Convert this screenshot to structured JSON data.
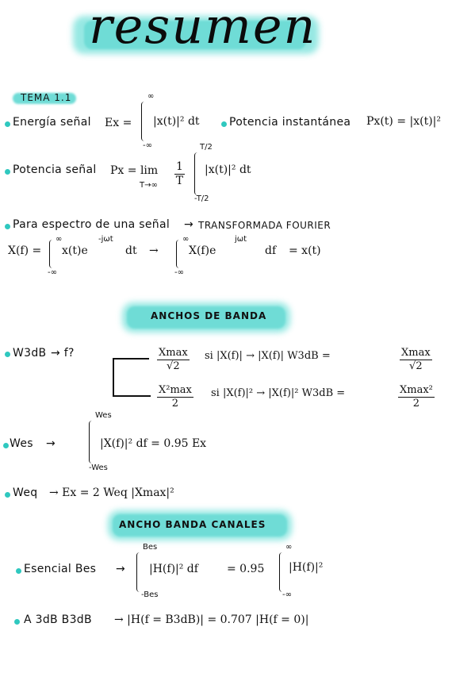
{
  "title": "resumen",
  "tema": "TEMA 1.1",
  "energia": {
    "label": "Energía señal",
    "lhs": "Ex =",
    "integrand": "|x(t)|² dt",
    "upper": "∞",
    "lower": "-∞"
  },
  "pot_inst": {
    "label": "Potencia instantánea",
    "formula": "Px(t) = |x(t)|²"
  },
  "pot_senal": {
    "label": "Potencia señal",
    "lhs": "Px = lim",
    "lim_sub": "T→∞",
    "frac_n": "1",
    "frac_d": "T",
    "integrand": "|x(t)|² dt",
    "upper": "T/2",
    "lower": "-T/2"
  },
  "espectro": {
    "label": "Para espectro de una señal",
    "arrow": "→",
    "tf": "TRANSFORMADA FOURIER"
  },
  "fourier": {
    "lhs": "X(f) =",
    "int1": "x(t)e",
    "exp1": "-jωt",
    "dt": "dt",
    "arrow": "→",
    "int2": "X(f)e",
    "exp2": "jωt",
    "df": "df",
    "rhs": "= x(t)",
    "upper": "∞",
    "lower": "-∞"
  },
  "sec_anchos": "ANCHOS DE BANDA",
  "w3db": {
    "label": "W3dB",
    "arrow": "→ f?",
    "r1_n": "Xmax",
    "r1_d": "√2",
    "r1_mid": "si |X(f)| → |X(f)| W3dB =",
    "r1b_n": "Xmax",
    "r1b_d": "√2",
    "r2_n": "X²max",
    "r2_d": "2",
    "r2_mid": "si |X(f)|² → |X(f)|² W3dB =",
    "r2b_n": "Xmax²",
    "r2b_d": "2"
  },
  "wes": {
    "label": "Wes",
    "arrow": "→",
    "integrand": "|X(f)|² df = 0.95 Ex",
    "upper": "Wes",
    "lower": "-Wes"
  },
  "weq": {
    "label": "Weq",
    "formula": "→ Ex = 2 Weq |Xmax|²"
  },
  "sec_canales": "ANCHO BANDA CANALES",
  "esencial": {
    "label": "Esencial Bes",
    "arrow": "→",
    "integrand": "|H(f)|² df",
    "mid": "= 0.95",
    "upper": "Bes",
    "lower": "-Bes",
    "rhs": "|H(f)|²",
    "upper2": "∞",
    "lower2": "-∞"
  },
  "a3db": {
    "label": "A 3dB B3dB",
    "formula": "→ |H(f = B3dB)| = 0.707 |H(f = 0)|"
  }
}
